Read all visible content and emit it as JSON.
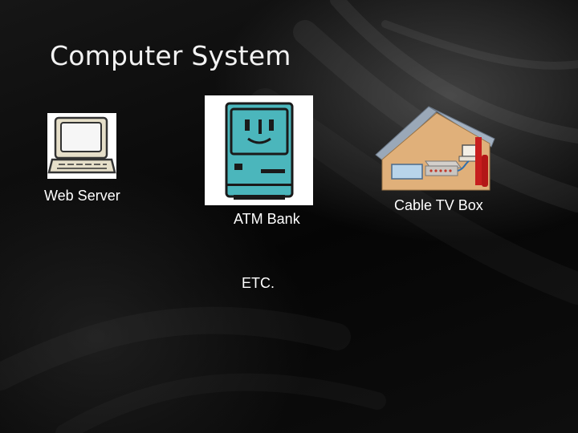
{
  "slide": {
    "title": "Computer System",
    "items": [
      {
        "label": "Web Server",
        "icon": "desktop-computer-icon"
      },
      {
        "label": "ATM Bank",
        "icon": "classic-mac-computer-icon"
      },
      {
        "label": "Cable TV Box",
        "icon": "house-with-cable-box-icon"
      },
      {
        "label": "ETC."
      }
    ]
  }
}
